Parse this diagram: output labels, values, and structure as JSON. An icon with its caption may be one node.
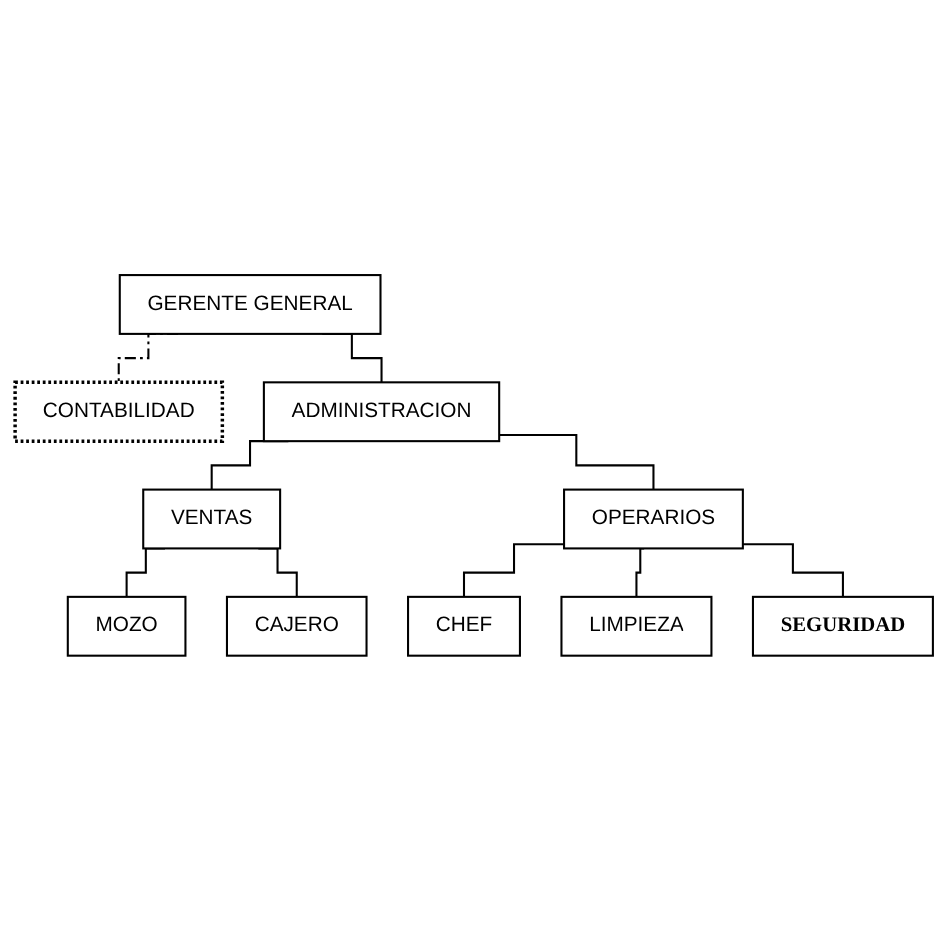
{
  "diagram": {
    "nodes": [
      {
        "text": [
          "GERENTE GENERAL"
        ]
      },
      {
        "text": [
          "CONTABILIDAD"
        ]
      },
      {
        "text": [
          "ADMINISTRACION"
        ]
      },
      {
        "text": [
          "VENTAS"
        ]
      },
      {
        "text": [
          "OPERARIOS"
        ]
      },
      {
        "text": [
          "MOZO"
        ]
      },
      {
        "text": [
          "CAJERO"
        ]
      },
      {
        "text": [
          "CHEF"
        ]
      },
      {
        "text": [
          "LIMPIEZA"
        ]
      },
      {
        "text": [
          "SEGURIDAD"
        ]
      }
    ],
    "edges": [
      {
        "from": 0,
        "to": 1,
        "arrow": "none",
        "style": "dashed"
      },
      {
        "from": 0,
        "to": 2,
        "arrow": "none"
      },
      {
        "from": 2,
        "to": 3,
        "arrow": "none"
      },
      {
        "from": 2,
        "to": 4,
        "arrow": "none"
      },
      {
        "from": 3,
        "to": 5,
        "arrow": "none"
      },
      {
        "from": 3,
        "to": 6,
        "arrow": "none"
      },
      {
        "from": 4,
        "to": 7,
        "arrow": "none"
      },
      {
        "from": 4,
        "to": 8,
        "arrow": "none"
      },
      {
        "from": 4,
        "to": 9,
        "arrow": "none"
      }
    ]
  }
}
